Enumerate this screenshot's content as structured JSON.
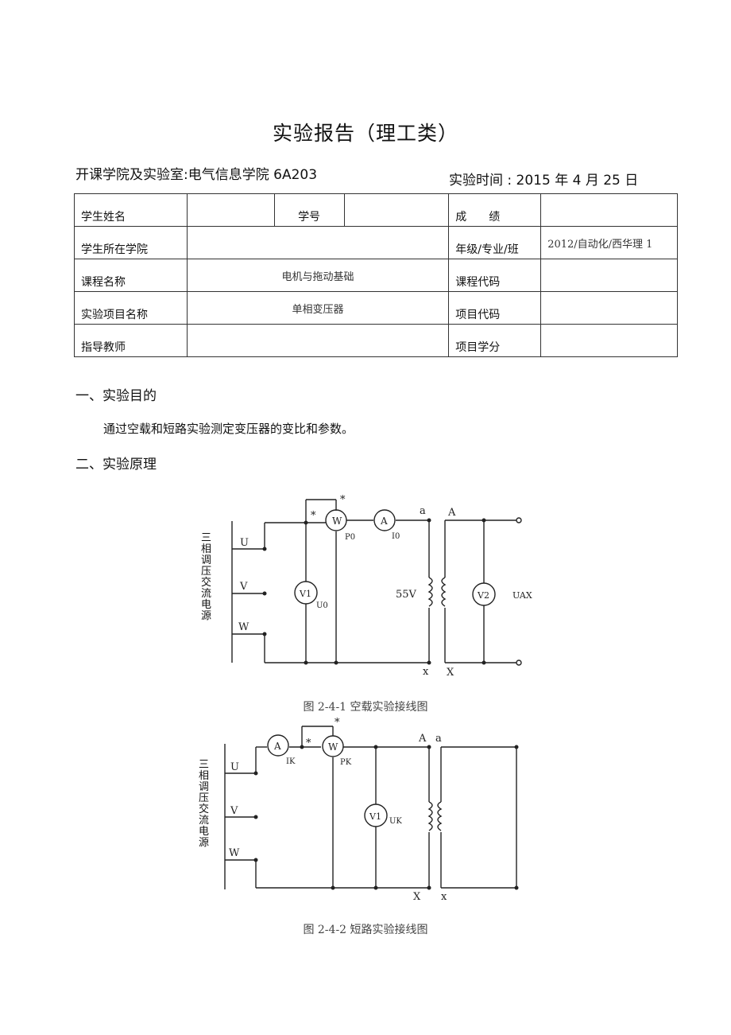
{
  "title": "实验报告（理工类）",
  "header": {
    "college_lab": "开课学院及实验室:电气信息学院 6A203",
    "date": "实验时间 : 2015 年 4 月 25 日"
  },
  "info_table": {
    "row1": {
      "l1": "学生姓名",
      "v1": "",
      "l2": "学号",
      "v2": "",
      "l3": "成　　绩",
      "v3": ""
    },
    "row2": {
      "l1": "学生所在学院",
      "v1": "",
      "l3": "年级/专业/班",
      "v3": "2012/自动化/西华理 1"
    },
    "row3": {
      "l1": "课程名称",
      "v1": "电机与拖动基础",
      "l3": "课程代码",
      "v3": ""
    },
    "row4": {
      "l1": "实验项目名称",
      "v1": "单相变压器",
      "l3": "项目代码",
      "v3": ""
    },
    "row5": {
      "l1": "指导教师",
      "v1": "",
      "l3": "项目学分",
      "v3": ""
    }
  },
  "sections": {
    "s1_heading": "一、实验目的",
    "s1_text": "通过空载和短路实验测定变压器的变比和参数。",
    "s2_heading": "二、实验原理"
  },
  "figure1": {
    "side_label": "三相调压交流电源",
    "phase_u": "U",
    "phase_v": "V",
    "phase_w": "W",
    "star1": "*",
    "star2": "*",
    "wattmeter": "W",
    "ammeter": "A",
    "volt1": "V1",
    "volt2": "V2",
    "p0": "P0",
    "i0": "I0",
    "u0": "U0",
    "voltage": "55V",
    "uax": "UAX",
    "a_low": "a",
    "a_high": "A",
    "x_low": "x",
    "x_high": "X",
    "caption": "图 2-4-1 空载实验接线图"
  },
  "figure2": {
    "side_label": "三相调压交流电源",
    "phase_u": "U",
    "phase_v": "V",
    "phase_w": "W",
    "star1": "*",
    "star2": "*",
    "wattmeter": "W",
    "ammeter": "A",
    "volt1": "V1",
    "ik": "IK",
    "pk": "PK",
    "uk": "UK",
    "a_high": "A",
    "a_low": "a",
    "x_high": "X",
    "x_low": "x",
    "caption": "图 2-4-2 短路实验接线图"
  }
}
